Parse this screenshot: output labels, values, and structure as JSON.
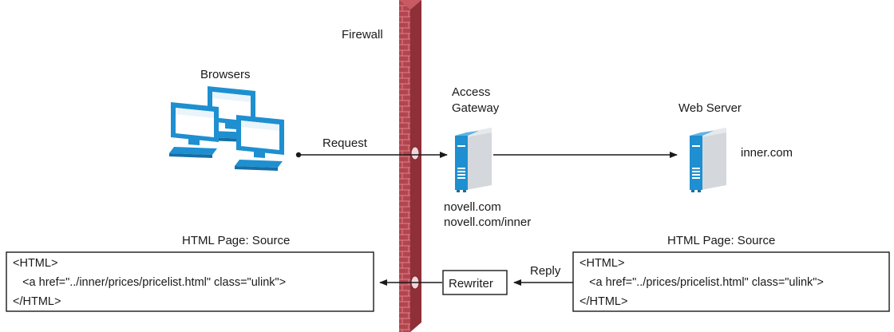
{
  "labels": {
    "firewall": "Firewall",
    "browsers": "Browsers",
    "access_gateway_line1": "Access",
    "access_gateway_line2": "Gateway",
    "web_server": "Web Server",
    "inner_domain": "inner.com",
    "gateway_domain1": "novell.com",
    "gateway_domain2": "novell.com/inner",
    "request": "Request",
    "reply": "Reply",
    "rewriter": "Rewriter"
  },
  "left_box": {
    "caption": "HTML Page: Source",
    "lines": [
      "<HTML>",
      "   <a href=\"../inner/prices/pricelist.html\" class=\"ulink\">",
      "</HTML>"
    ]
  },
  "right_box": {
    "caption": "HTML Page: Source",
    "lines": [
      "<HTML>",
      "   <a href=\"../prices/pricelist.html\" class=\"ulink\">",
      "</HTML>"
    ]
  },
  "colors": {
    "monitor_blue": "#1e8fd0",
    "monitor_light": "#ffffff",
    "server_blue": "#1e8fd0",
    "server_gray": "#d4d8dc",
    "brick_red": "#b3454f",
    "mortar": "#d9828a",
    "line": "#1a1a1a"
  },
  "icons": {
    "browsers": "desktop-computers-icon",
    "gateway": "server-tower-icon",
    "web_server": "server-tower-icon"
  }
}
